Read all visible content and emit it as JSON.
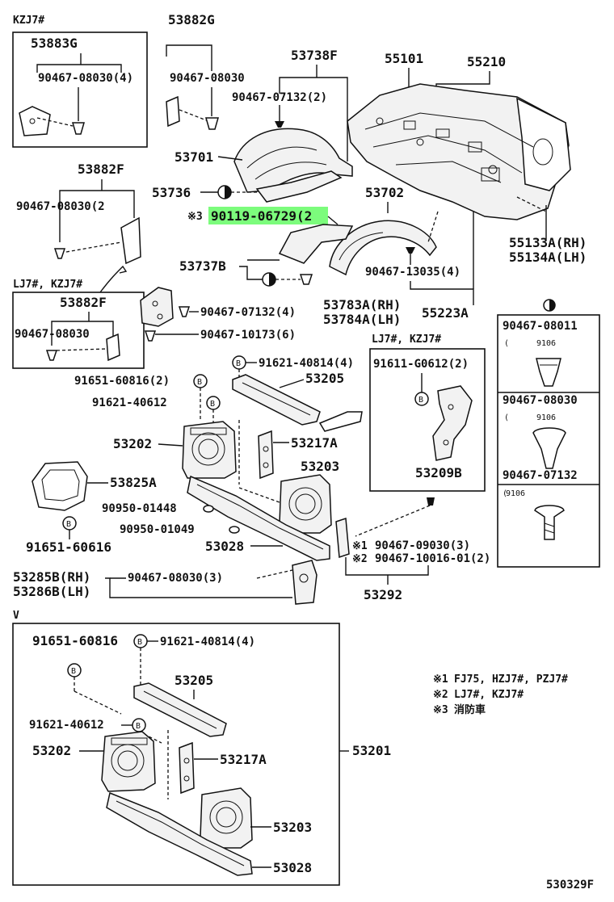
{
  "diagram_code": "530329F",
  "notes": [
    {
      "mark": "※1",
      "text": "FJ75, HZJ7#, PZJ7#"
    },
    {
      "mark": "※2",
      "text": "LJ7#, KZJ7#"
    },
    {
      "mark": "※3",
      "text": "消防車"
    }
  ],
  "conditions": {
    "kzj7": "KZJ7#",
    "lj7_kzj7": "LJ7#, KZJ7#",
    "lj7_kzj7_b": "LJ7#, KZJ7#",
    "v": "V"
  },
  "parts": {
    "p53883G": "53883G",
    "p53882G": "53882G",
    "p53738F": "53738F",
    "p55101": "55101",
    "p55210": "55210",
    "p90467_08030_4a": "90467-08030(4)",
    "p90467_08030_b": "90467-08030",
    "p90467_07132_2": "90467-07132(2)",
    "p53701": "53701",
    "p53882F_a": "53882F",
    "p53736": "53736",
    "p90467_08030_2": "90467-08030(2",
    "p90119_06729": "90119-06729(2",
    "p53702": "53702",
    "p55133A": "55133A(RH)",
    "p55134A": "55134A(LH)",
    "p53737B": "53737B",
    "p90467_13035": "90467-13035(4)",
    "p53882F_b": "53882F",
    "p90467_07132_4": "90467-07132(4)",
    "p53783A": "53783A(RH)",
    "p53784A": "53784A(LH)",
    "p55223A": "55223A",
    "p90467_08030_c": "90467-08030",
    "p90467_10173": "90467-10173(6)",
    "p91621_40814_4a": "91621-40814(4)",
    "p91611_G0612": "91611-G0612(2)",
    "p91651_60816_2": "91651-60816(2)",
    "p53205_a": "53205",
    "p91621_40612_a": "91621-40612",
    "p53202_a": "53202",
    "p53217A_a": "53217A",
    "p53203_a": "53203",
    "p53209B": "53209B",
    "p53825A": "53825A",
    "p90950_01448": "90950-01448",
    "p90950_01049": "90950-01049",
    "p91651_60616": "91651-60616",
    "p53028_a": "53028",
    "p90467_09030": "90467-09030(3)",
    "p90467_10016": "90467-10016-01(2)",
    "p53285B": "53285B(RH)",
    "p53286B": "53286B(LH)",
    "p90467_08030_3": "90467-08030(3)",
    "p53292": "53292",
    "p91651_60816_b": "91651-60816",
    "p91621_40814_4b": "91621-40814(4)",
    "p53205_b": "53205",
    "p91621_40612_b": "91621-40612",
    "p53202_b": "53202",
    "p53217A_b": "53217A",
    "p53201": "53201",
    "p53203_b": "53203",
    "p53028_b": "53028"
  },
  "clip_legend": [
    {
      "part": "90467-08011",
      "spec": "9106",
      "open": "("
    },
    {
      "part": "90467-08030",
      "spec": "9106",
      "open": "("
    },
    {
      "part": "90467-07132",
      "spec": "9106",
      "open": "("
    }
  ],
  "markers": {
    "b": "B",
    "ref1": "※1",
    "ref2": "※2",
    "ref3": "※3"
  },
  "highlight_color": "#7CFC7C"
}
